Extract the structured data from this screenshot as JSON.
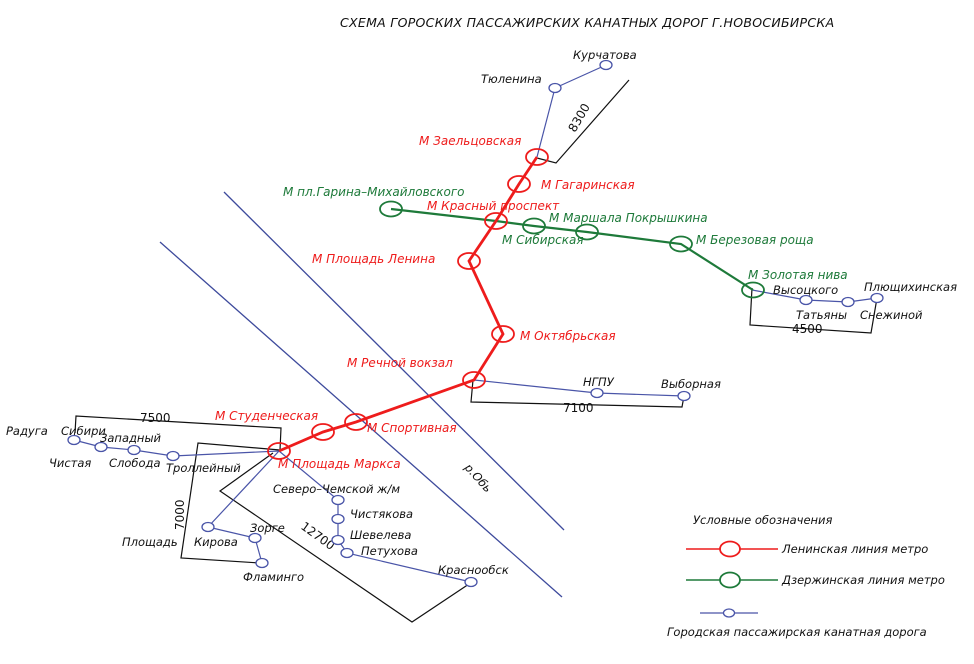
{
  "title": "СХЕМА ГОРОСКИХ ПАССАЖИРСКИХ КАНАТНЫХ ДОРОГ Г.НОВОСИБИРСКА",
  "colors": {
    "leninskaya": "#ee1c1c",
    "dzerzhinskaya": "#1e7a3a",
    "cableway": "#4a55a8",
    "river": "#3d4a9c",
    "dimension": "#111111"
  },
  "river": {
    "label": "р.Обь"
  },
  "metro_lines": [
    {
      "id": "leninskaya",
      "name": "Ленинская линия метро",
      "stations": [
        "М Заельцовская",
        "М Гагаринская",
        "М Красный проспект",
        "М Площадь Ленина",
        "М Октябрьская",
        "М Речной вокзал",
        "М Спортивная",
        "М Студенческая",
        "М Площадь Маркса"
      ]
    },
    {
      "id": "dzerzhinskaya",
      "name": "Дзержинская линия метро",
      "stations": [
        "М пл.Гарина–Михайловского",
        "М Сибирская",
        "М Маршала Покрышкина",
        "М Березовая роща",
        "М Золотая нива"
      ]
    }
  ],
  "cableways": [
    {
      "id": "north",
      "from": "М Заельцовская",
      "stations": [
        "Тюленина",
        "Курчатова"
      ],
      "length": "8300"
    },
    {
      "id": "east",
      "from": "М Золотая нива",
      "stations": [
        "Высоцкого",
        "Татьяны Снежиной",
        "Плющихинская"
      ],
      "length": "4500"
    },
    {
      "id": "center",
      "from": "М Речной вокзал",
      "stations": [
        "НГПУ",
        "Выборная"
      ],
      "length": "7100"
    },
    {
      "id": "west",
      "from": "М Площадь Маркса",
      "stations": [
        "Троллейный",
        "Слобода",
        "Западный",
        "Чистая",
        "Радуга Сибири"
      ],
      "length": "7500"
    },
    {
      "id": "southwest",
      "from": "М Площадь Маркса",
      "stations": [
        "Площадь Кирова",
        "Зорге",
        "Фламинго"
      ],
      "length": "7000"
    },
    {
      "id": "south",
      "from": "М Площадь Маркса",
      "stations": [
        "Северо–Чемской ж/м",
        "Чистякова",
        "Шевелева",
        "Петухова",
        "Краснообск"
      ],
      "length": "12700"
    }
  ],
  "labels": {
    "leninskaya": {
      "zaeltsovskaya": "М Заельцовская",
      "gagarinskaya": "М Гагаринская",
      "krasny": "М Красный проспект",
      "pl_lenina": "М Площадь Ленина",
      "oktyabrskaya": "М Октябрьская",
      "rechnoy": "М Речной вокзал",
      "sportivnaya": "М Спортивная",
      "studencheskaya": "М Студенческая",
      "pl_marksa": "М Площадь Маркса"
    },
    "dzerzhinskaya": {
      "garina": "М пл.Гарина–Михайловского",
      "sibirskaya": "М Сибирская",
      "pokryshkina": "М Маршала Покрышкина",
      "berezovaya": "М Березовая роща",
      "zolotaya": "М Золотая нива"
    },
    "cable": {
      "tyulenina": "Тюленина",
      "kurchatova": "Курчатова",
      "vysotskogo": "Высоцкого",
      "tatyany": "Татьяны",
      "snezhinoy": "Снежиной",
      "plyushchikhinskaya": "Плющихинская",
      "ngpu": "НГПУ",
      "vybornaya": "Выборная",
      "raduga": "Радуга",
      "sibiri": "Сибири",
      "zapadny": "Западный",
      "chistaya": "Чистая",
      "sloboda": "Слобода",
      "trolleyny": "Троллейный",
      "ploshchad": "Площадь",
      "kirova": "Кирова",
      "zorge": "Зорге",
      "flamingo": "Фламинго",
      "severo": "Северо–Чемской ж/м",
      "chistyakova": "Чистякова",
      "sheveleva": "Шевелева",
      "petukhova": "Петухова",
      "krasnoobsk": "Краснообск"
    },
    "dimensions": {
      "d8300": "8300",
      "d4500": "4500",
      "d7100": "7100",
      "d7500": "7500",
      "d7000": "7000",
      "d12700": "12700"
    }
  },
  "legend": {
    "title": "Условные обозначения",
    "items": [
      {
        "label": "Ленинская линия метро",
        "type": "leninskaya"
      },
      {
        "label": "Дзержинская линия метро",
        "type": "dzerzhinskaya"
      },
      {
        "label": "Городская пассажирская канатная дорога",
        "type": "cableway"
      }
    ]
  }
}
